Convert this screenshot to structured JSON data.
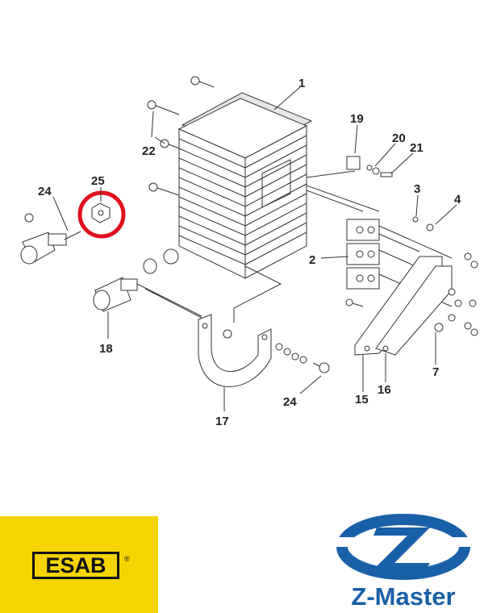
{
  "diagram": {
    "callouts": {
      "c1": "1",
      "c2": "2",
      "c3": "3",
      "c4": "4",
      "c7": "7",
      "c15": "15",
      "c16": "16",
      "c17": "17",
      "c18": "18",
      "c19": "19",
      "c20": "20",
      "c21": "21",
      "c22": "22",
      "c24a": "24",
      "c24b": "24",
      "c25": "25"
    },
    "highlight_color": "#e0101c",
    "highlighted_part": "25"
  },
  "logos": {
    "esab": {
      "text": "ESAB",
      "mark": "®",
      "bg": "#f5d400"
    },
    "zmaster": {
      "text": "Z-Master",
      "color": "#1a60a8"
    }
  }
}
